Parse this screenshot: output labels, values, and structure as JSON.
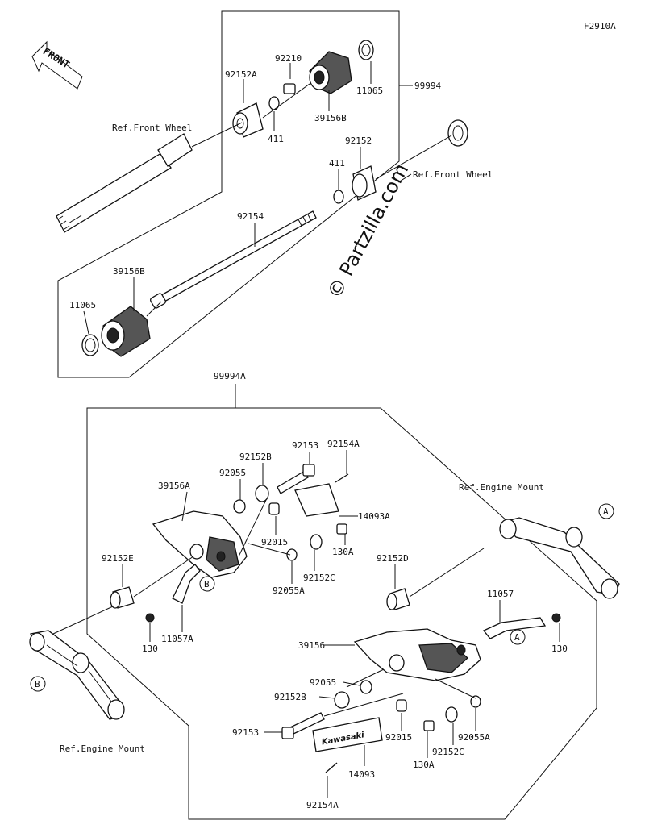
{
  "figure_code": "F2910A",
  "direction_label": "FRONT",
  "watermark": "© Partzilla.com",
  "labels": {
    "l_92210": "92210",
    "l_92152A": "92152A",
    "l_11065_top": "11065",
    "l_99994": "99994",
    "l_39156B_top": "39156B",
    "l_411_top": "411",
    "l_ref_fw_left": "Ref.Front Wheel",
    "l_92152": "92152",
    "l_411_mid": "411",
    "l_ref_fw_right": "Ref.Front Wheel",
    "l_92154": "92154",
    "l_39156B_bot": "39156B",
    "l_11065_bot": "11065",
    "l_99994A": "99994A",
    "l_92153_top": "92153",
    "l_92154A_top": "92154A",
    "l_92152B_top": "92152B",
    "l_92055_top": "92055",
    "l_39156A": "39156A",
    "l_14093A": "14093A",
    "l_ref_em_right": "Ref.Engine Mount",
    "l_92015_top": "92015",
    "l_130A_top": "130A",
    "l_92152E": "92152E",
    "l_92152C_top": "92152C",
    "l_92055A_top": "92055A",
    "l_92152D": "92152D",
    "l_11057": "11057",
    "l_130_left": "130",
    "l_11057A": "11057A",
    "l_130_right": "130",
    "l_39156": "39156",
    "l_92055_bot": "92055",
    "l_92152B_bot": "92152B",
    "l_92153_bot": "92153",
    "l_92015_bot": "92015",
    "l_92055A_bot": "92055A",
    "l_130A_bot": "130A",
    "l_92152C_bot": "92152C",
    "l_14093": "14093",
    "l_ref_em_left": "Ref.Engine Mount",
    "l_92154A_bot": "92154A"
  },
  "callouts": {
    "a": "A",
    "b": "B"
  },
  "brand_plate_text": "Kawasaki"
}
